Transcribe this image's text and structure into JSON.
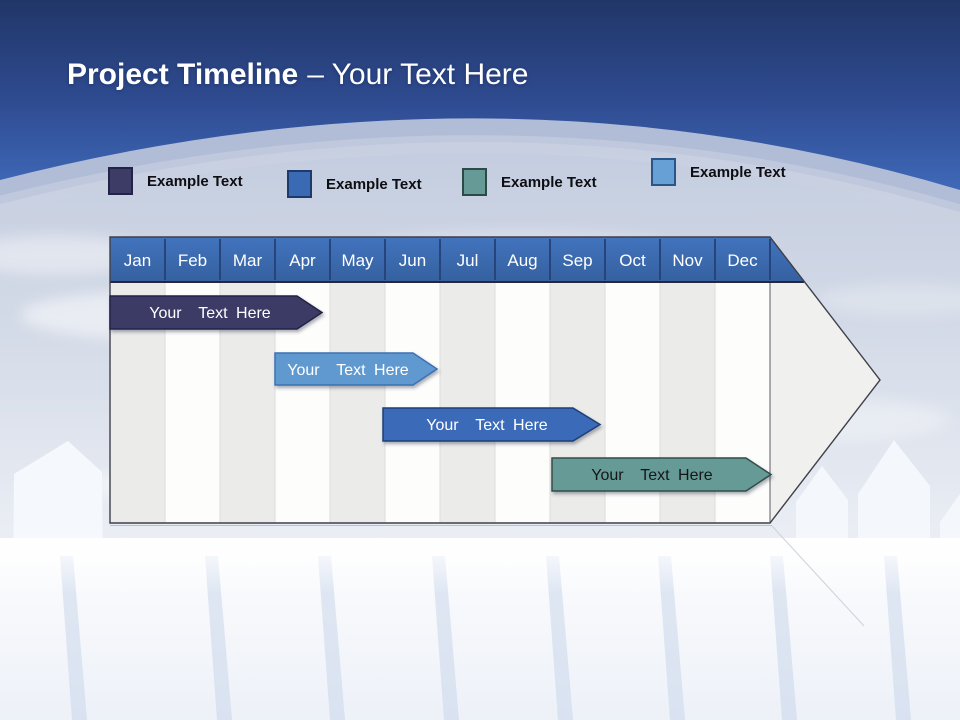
{
  "slide": {
    "title": {
      "bold": "Project Timeline",
      "rest": "– Your Text Here"
    },
    "background": {
      "top_band_gradient": [
        "#213668",
        "#3f69b8"
      ],
      "arc_band_color": "#b0bad6",
      "sky_color": "#d3dae7",
      "floor_color": "#f7fafd",
      "scene": "white picket fence against a cloudy sky with reflective floor"
    }
  },
  "legend": {
    "items": [
      {
        "label": "Example Text",
        "color": "#3c3c66"
      },
      {
        "label": "Example Text",
        "color": "#3a6ab4"
      },
      {
        "label": "Example Text",
        "color": "#669a96"
      },
      {
        "label": "Example Text",
        "color": "#66a0d4"
      }
    ]
  },
  "chart_data": {
    "type": "bar",
    "subtype": "gantt-timeline",
    "title": "Project Timeline – Your Text Here",
    "categories": [
      "Jan",
      "Feb",
      "Mar",
      "Apr",
      "May",
      "Jun",
      "Jul",
      "Aug",
      "Sep",
      "Oct",
      "Nov",
      "Dec"
    ],
    "x_unit": "month",
    "xlim": [
      0,
      12
    ],
    "grid": "alternating month columns, arrow-shaped plot area pointing right",
    "legend_position": "top",
    "header_color": "#3a6ab4",
    "series": [
      {
        "name": "task-1",
        "label": "Your  Text Here",
        "start": 0.0,
        "end": 3.9,
        "color": "#3b3b66",
        "text_color": "#ffffff"
      },
      {
        "name": "task-2",
        "label": "Your  Text Here",
        "start": 3.0,
        "end": 5.9,
        "color": "#6099cf",
        "text_color": "#ffffff"
      },
      {
        "name": "task-3",
        "label": "Your  Text Here",
        "start": 5.0,
        "end": 8.9,
        "color": "#3a6ab8",
        "text_color": "#ffffff"
      },
      {
        "name": "task-4",
        "label": "Your  Text Here",
        "start": 8.0,
        "end": 12.0,
        "color": "#669a96",
        "text_color": "#161616"
      }
    ]
  }
}
